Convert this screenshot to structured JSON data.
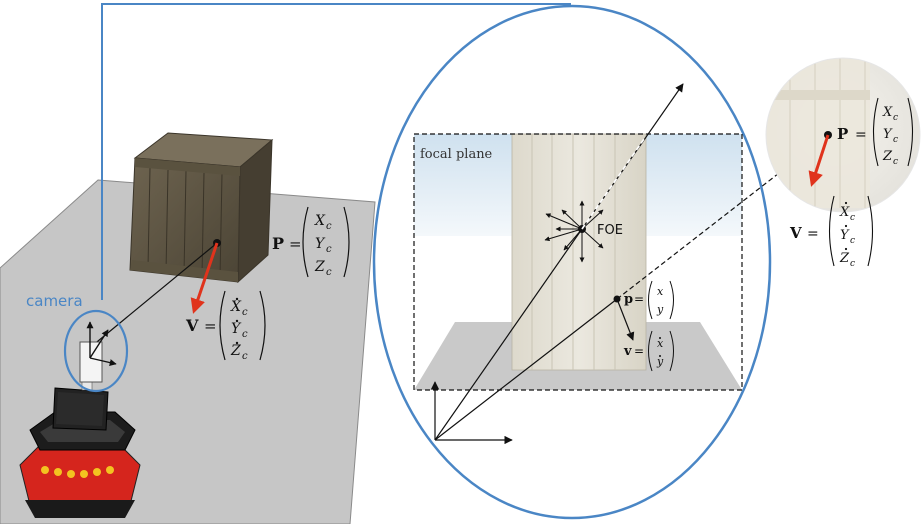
{
  "labels": {
    "camera": "camera",
    "focal_plane": "focal plane",
    "foe": "FOE"
  },
  "symbols": {
    "P": "P",
    "V": "V",
    "p": "p",
    "v": "v",
    "equals": "=",
    "Xc": "X",
    "Yc": "Y",
    "Zc": "Z",
    "sub_c": "c",
    "x": "x",
    "y": "y"
  },
  "colors": {
    "camera_accent": "#4a86c5",
    "velocity_arrow": "#e0331c",
    "floor": "#c6c6c6",
    "focal_plane_sky": "#dbe8f3",
    "robot_red": "#d5251d",
    "crate": "#5d5442",
    "ink": "#111111"
  }
}
